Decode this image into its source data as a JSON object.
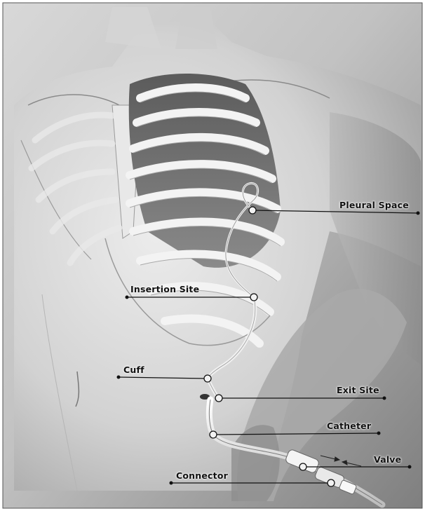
{
  "labels": {
    "pleural_space": "Pleural Space",
    "insertion_site": "Insertion Site",
    "cuff": "Cuff",
    "exit_site": "Exit Site",
    "catheter": "Catheter",
    "valve": "Valve",
    "connector": "Connector"
  },
  "colors": {
    "background": "#ffffff",
    "frame_top": "#cfcfcf",
    "frame_bottom": "#7a7a7a",
    "skin_light": "#e2e2e2",
    "skin_shadow": "#9d9d9d",
    "rib": "#f2f2f2",
    "lung": "#6f6f6f",
    "leader_line": "#111111"
  }
}
